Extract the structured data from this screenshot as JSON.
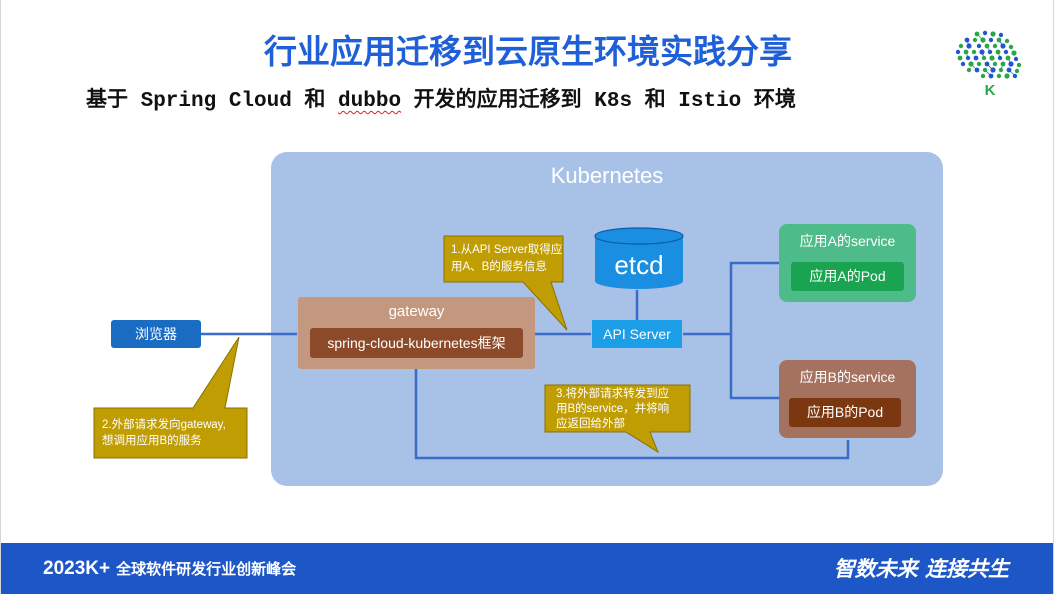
{
  "colors": {
    "title": "#1f5fd7",
    "cluster_bg": "#a8c1e7",
    "arrow": "#3b6dc8",
    "callout": "#c19d04",
    "callout_border": "#8a7100",
    "browser_box": "#1a6cc2",
    "api_server_box": "#1d9ee8",
    "etcd": "#1a8ee0",
    "gateway_box": "#c4977f",
    "gateway_inner": "#8c4a2b",
    "service_a_box": "#4dbc8a",
    "service_a_pod": "#1aa451",
    "service_b_box": "#a57260",
    "service_b_pod": "#7b3810",
    "footer_bg": "#1d56c7",
    "logo_green": "#2aa648",
    "logo_blue": "#2156d0"
  },
  "header": {
    "title": "行业应用迁移到云原生环境实践分享",
    "subtitle": {
      "before": "基于 Spring Cloud 和 ",
      "flagged_word": "dubbo",
      "after": " 开发的应用迁移到 K8s 和 Istio 环境"
    }
  },
  "logo": {
    "icon": "brain-dots-logo",
    "letter": "K"
  },
  "diagram": {
    "cluster": {
      "label": "Kubernetes"
    },
    "etcd": {
      "icon": "database-cylinder",
      "label": "etcd"
    },
    "api_server": {
      "label": "API Server"
    },
    "browser": {
      "label": "浏览器"
    },
    "gateway": {
      "title": "gateway",
      "framework": "spring-cloud-kubernetes框架"
    },
    "service_a": {
      "title": "应用A的service",
      "pod": "应用A的Pod"
    },
    "service_b": {
      "title": "应用B的service",
      "pod": "应用B的Pod"
    },
    "callouts": [
      {
        "lines": [
          "1.从API Server取得应",
          "用A、B的服务信息"
        ]
      },
      {
        "lines": [
          "2.外部请求发向gateway,",
          "想调用应用B的服务"
        ]
      },
      {
        "lines": [
          "3.将外部请求转发到应",
          "用B的service，并将响",
          "应返回给外部"
        ]
      }
    ]
  },
  "footer": {
    "brand": "2023K+",
    "event": "全球软件研发行业创新峰会",
    "slogan": "智数未来 连接共生"
  }
}
